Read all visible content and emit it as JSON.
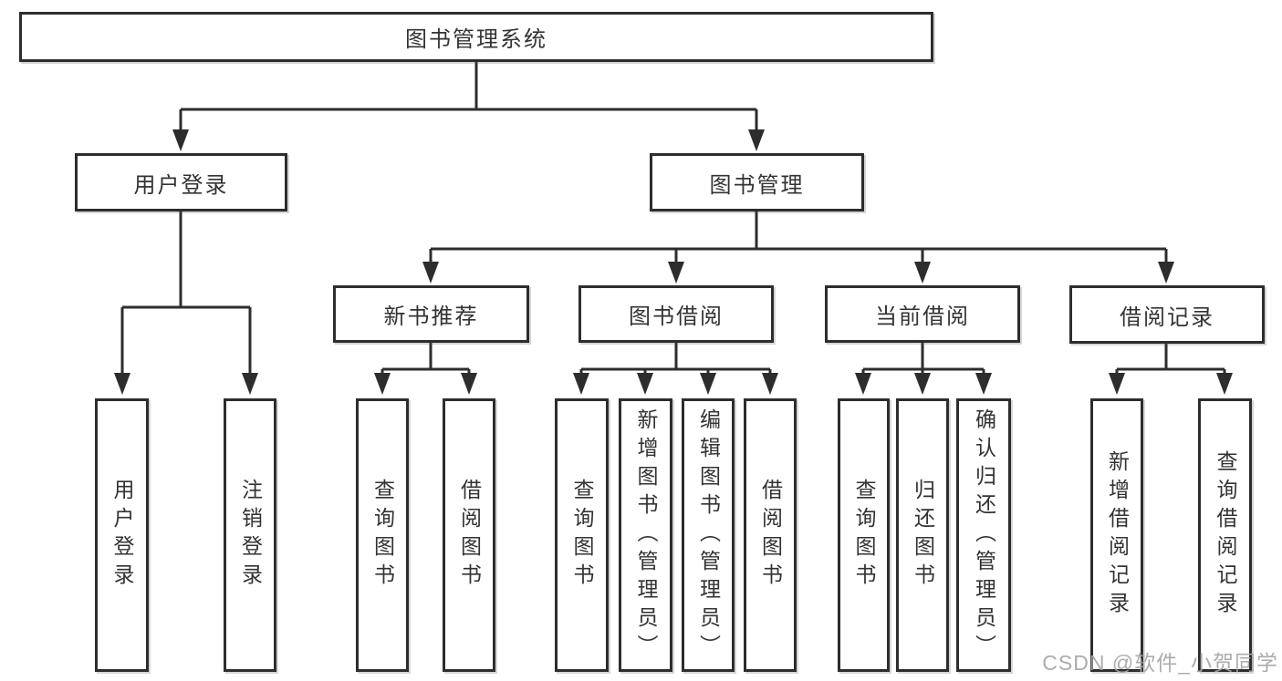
{
  "system": {
    "title": "图书管理系统"
  },
  "user_login": {
    "label": "用户登录",
    "leaves": [
      "用户登录",
      "注销登录"
    ]
  },
  "book_management": {
    "label": "图书管理"
  },
  "modules": [
    {
      "label": "新书推荐",
      "leaves": [
        "查询图书",
        "借阅图书"
      ]
    },
    {
      "label": "图书借阅",
      "leaves": [
        "查询图书",
        "新增图书（管理员）",
        "编辑图书（管理员）",
        "借阅图书"
      ]
    },
    {
      "label": "当前借阅",
      "leaves": [
        "查询图书",
        "归还图书",
        "确认归还（管理员）"
      ]
    },
    {
      "label": "借阅记录",
      "leaves": [
        "新增借阅记录",
        "查询借阅记录"
      ]
    }
  ],
  "watermark": "CSDN @软件_小贺同学",
  "colors": {
    "line": "#2d2d2d",
    "border": "#2d2d2d",
    "text": "#333333",
    "background": "#ffffff",
    "watermark": "#a5a5a5"
  }
}
